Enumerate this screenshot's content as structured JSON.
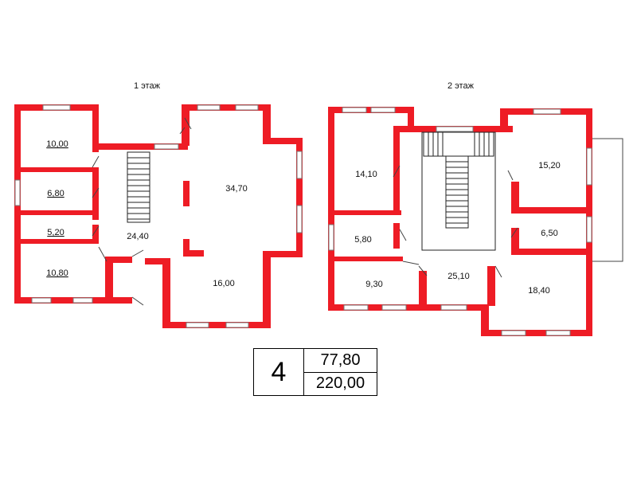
{
  "floors": [
    {
      "label": "1 этаж",
      "rooms": [
        {
          "area": "10,00"
        },
        {
          "area": "6,80"
        },
        {
          "area": "5,20"
        },
        {
          "area": "10,80"
        },
        {
          "area": "24,40"
        },
        {
          "area": "34,70"
        },
        {
          "area": "16,00"
        }
      ]
    },
    {
      "label": "2 этаж",
      "rooms": [
        {
          "area": "14,10"
        },
        {
          "area": "5,80"
        },
        {
          "area": "9,30"
        },
        {
          "area": "25,10"
        },
        {
          "area": "15,20"
        },
        {
          "area": "6,50"
        },
        {
          "area": "18,40"
        }
      ]
    }
  ],
  "summary": {
    "number": "4",
    "area_top": "77,80",
    "area_bottom": "220,00"
  },
  "colors": {
    "wall": "#ee1c25",
    "window": "#ffffff",
    "line": "#444444"
  }
}
